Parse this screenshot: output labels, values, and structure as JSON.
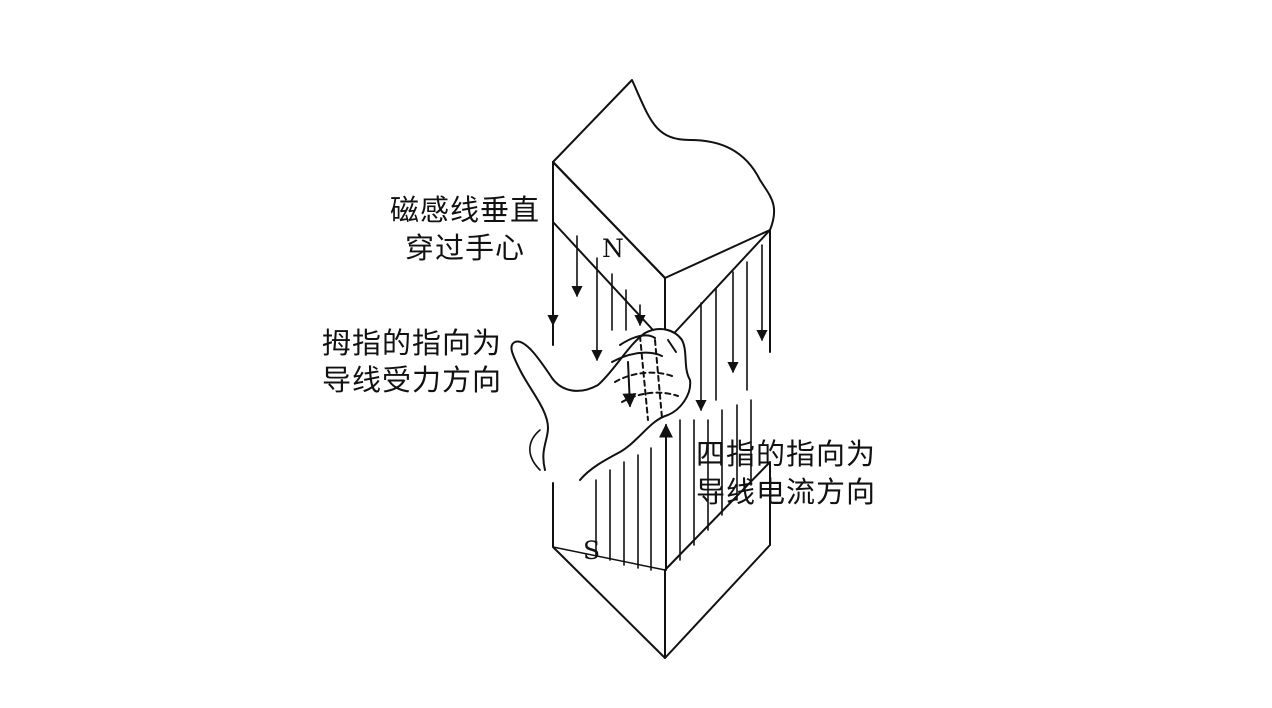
{
  "labels": {
    "field_line1": "磁感线垂直",
    "field_line2": "穿过手心",
    "thumb_line1": "拇指的指向为",
    "thumb_line2": "导线受力方向",
    "fingers_line1": "四指的指向为",
    "fingers_line2": "导线电流方向"
  },
  "poles": {
    "north": "N",
    "south": "S"
  },
  "colors": {
    "ink": "#111111",
    "background": "#ffffff"
  }
}
